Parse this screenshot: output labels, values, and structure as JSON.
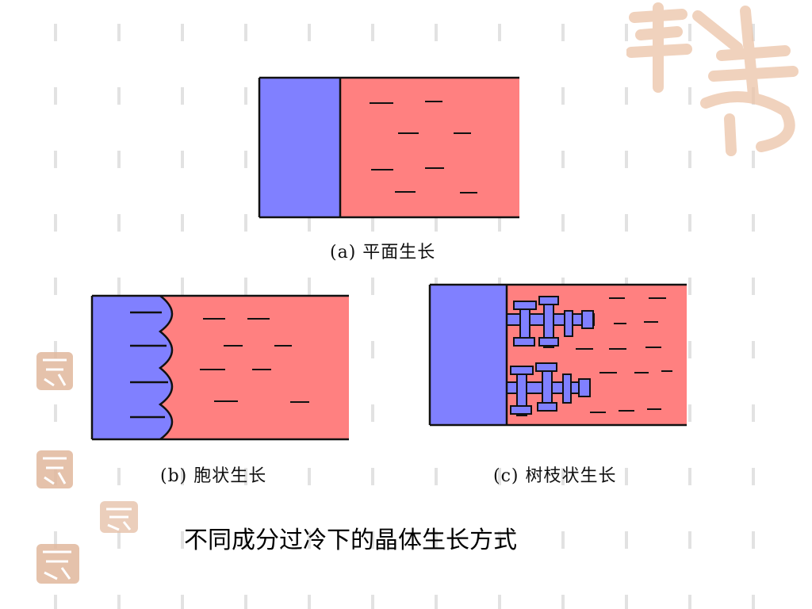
{
  "captions": {
    "a": "(a) 平面生长",
    "b": "(b) 胞状生长",
    "c": "(c) 树枝状生长"
  },
  "title": "不同成分过冷下的晶体生长方式",
  "colors": {
    "solid": "#8080ff",
    "liquid": "#ff8080",
    "outline": "#111111",
    "seal": "#d9a88a",
    "pattern": "#e2e2e2"
  },
  "icons": {
    "logo": "calligraphy-seal-logo",
    "seal": "seal-stamp-icon"
  }
}
